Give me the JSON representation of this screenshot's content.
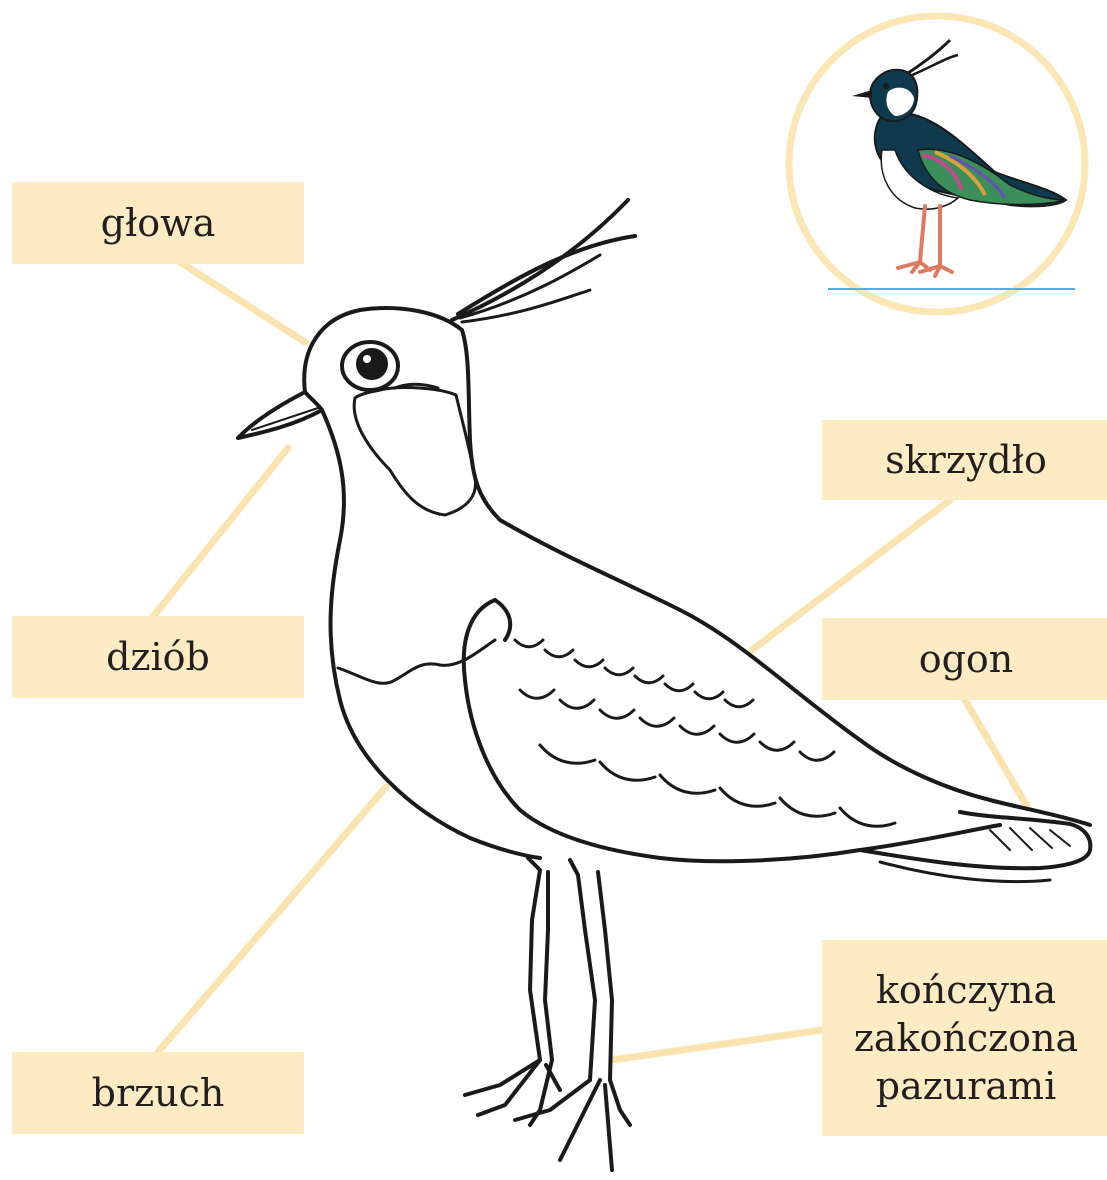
{
  "labels": {
    "head": "głowa",
    "beak": "dziób",
    "belly": "brzuch",
    "wing": "skrzydło",
    "tail": "ogon",
    "leg": [
      "kończyna",
      "zakończona",
      "pazurami"
    ]
  },
  "colors": {
    "label_bg": "#fdecc3",
    "leader_line": "#fbe3b0",
    "outline": "#1a1a1a",
    "inset_ring": "#fbe6b4",
    "ground_line": "#4db3e6",
    "plumage_dark": "#0f3a4e",
    "legs": "#e07a5f"
  }
}
